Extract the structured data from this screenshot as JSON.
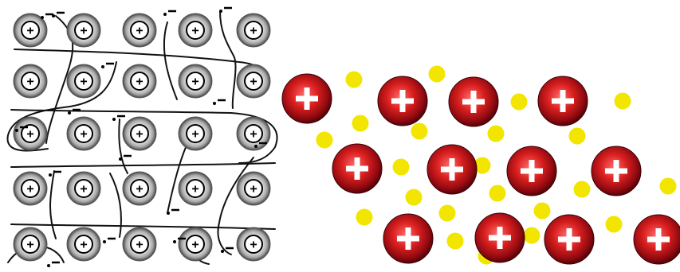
{
  "symbols": {
    "positive": "+",
    "negative": "-"
  },
  "left_panel": {
    "ion_rows": 5,
    "ion_cols": 5,
    "electron_minus_count": 17
  },
  "right_panel": {
    "cation_rows": [
      4,
      4,
      4
    ],
    "electron_count": 22
  },
  "colors": {
    "background": "#ffffff",
    "gray_ion_light": "#ffffff",
    "gray_ion_dark": "#444444",
    "red_ion_light": "#ff5a5a",
    "red_ion_dark": "#5e0008",
    "electron_yellow": "#f2e600",
    "path_line": "#111111"
  }
}
